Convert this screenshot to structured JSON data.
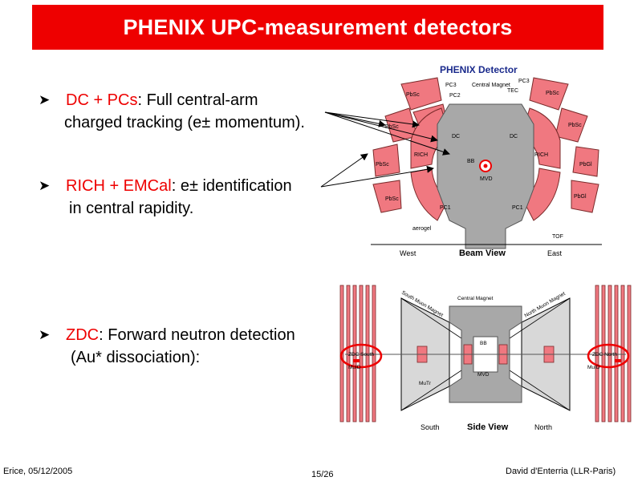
{
  "slide": {
    "title": "PHENIX UPC-measurement detectors",
    "bullets": [
      {
        "highlight": "DC + PCs",
        "rest": ": Full central-arm",
        "line2": "charged tracking (e± momentum)."
      },
      {
        "highlight": "RICH + EMCal",
        "rest": ": e± identification",
        "line2": "in central rapidity."
      },
      {
        "highlight": "ZDC",
        "rest": ": Forward neutron detection",
        "line2": "(Au* dissociation):"
      }
    ],
    "footer": {
      "left": "Erice, 05/12/2005",
      "center": "15/26",
      "right": "David d'Enterria (LLR-Paris)"
    }
  },
  "beam_view": {
    "title": "PHENIX Detector",
    "caption": "Beam View",
    "west": "West",
    "east": "East",
    "labels": {
      "pc3": "PC3",
      "pc2": "PC2",
      "central_magnet": "Central Magnet",
      "pc3_east": "PC3",
      "tec": "TEC",
      "pbsc": "PbSc",
      "pbgl": "PbGl",
      "rich": "RICH",
      "dc": "DC",
      "bb": "BB",
      "mvd": "MVD",
      "pc1": "PC1",
      "aerogel": "aerogel",
      "tof": "TOF"
    }
  },
  "side_view": {
    "caption": "Side View",
    "south": "South",
    "north": "North",
    "labels": {
      "central_magnet": "Central Magnet",
      "south_muon_magnet": "South Muon Magnet",
      "north_muon_magnet": "North Muon Magnet",
      "zdc_south": "ZDC South",
      "zdc_north": "ZDC North",
      "muid": "MuID",
      "mutr": "MuTr",
      "bb": "BB",
      "mvd": "MVD"
    }
  },
  "colors": {
    "accent": "#ee0000",
    "detector_red": "#f07880",
    "magnet_gray": "#a8a8a8"
  }
}
